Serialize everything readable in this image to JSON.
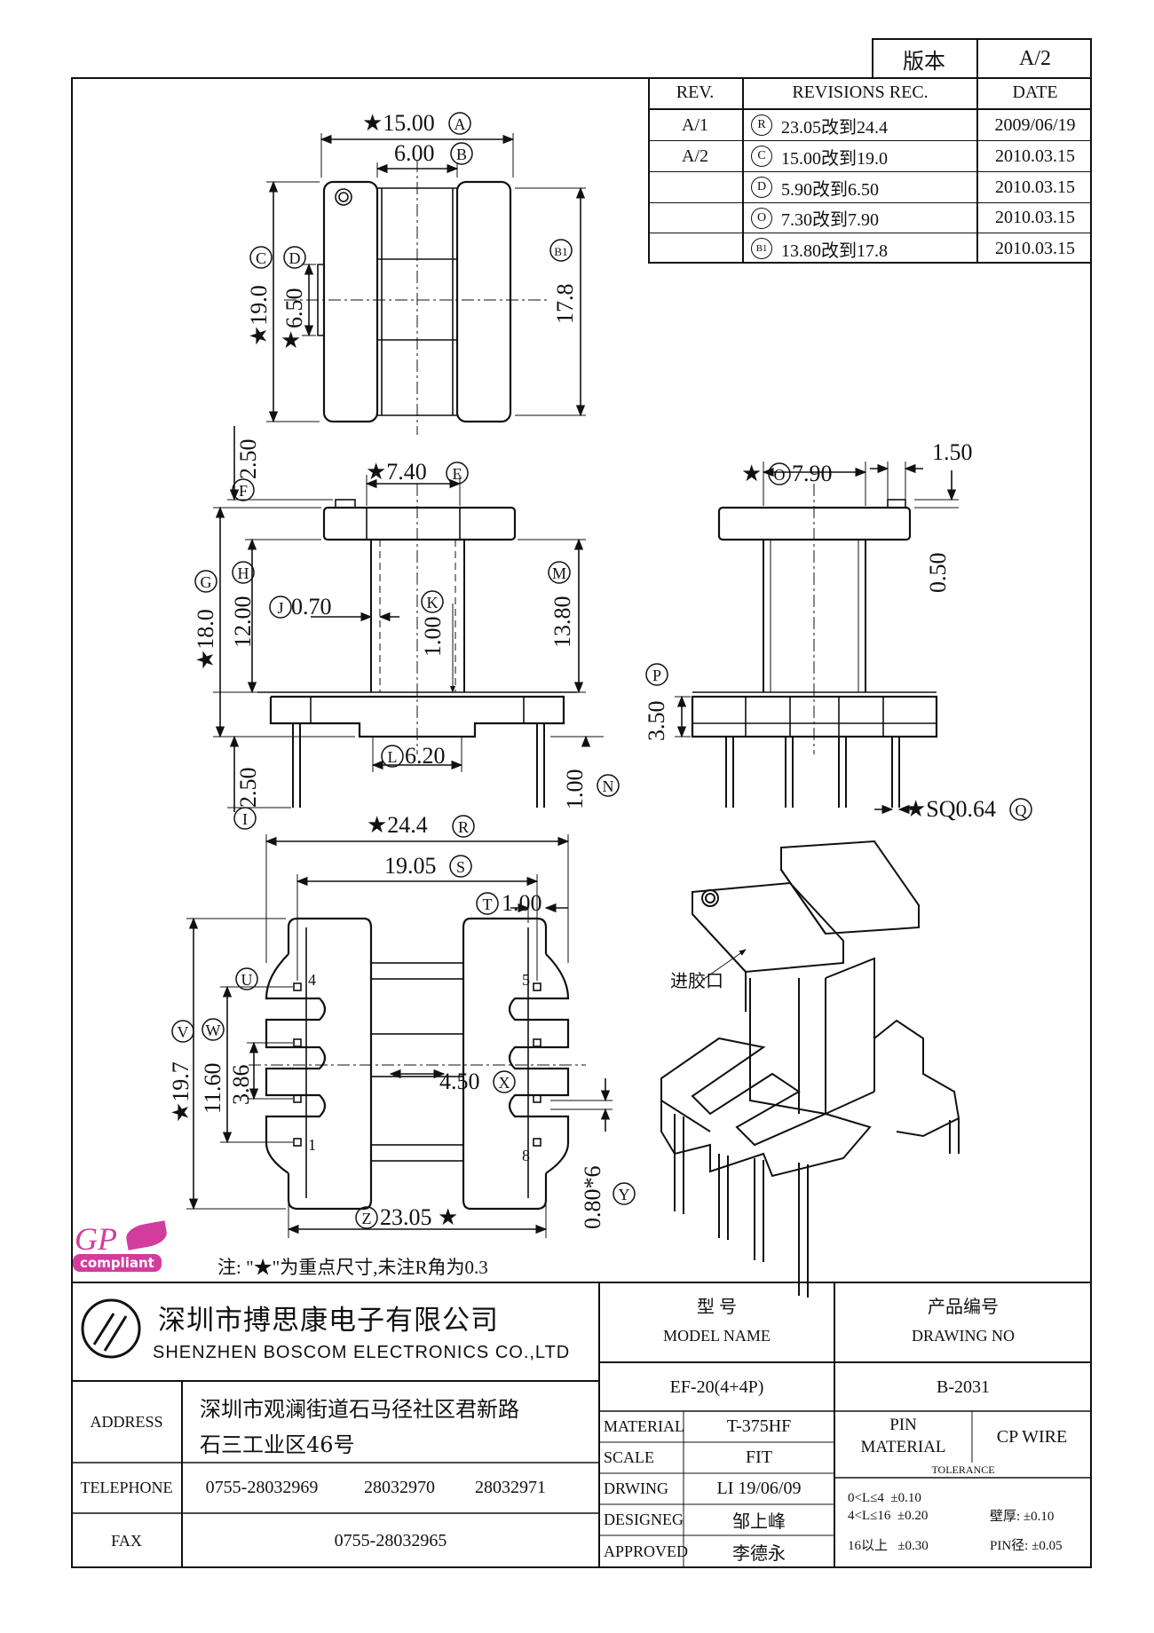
{
  "version_box": {
    "label": "版本",
    "value": "A/2"
  },
  "revision_table": {
    "headers": {
      "rev": "REV.",
      "rec": "REVISIONS REC.",
      "date": "DATE"
    },
    "rows": [
      {
        "rev": "A/1",
        "mark": "R",
        "text": "23.05改到24.4",
        "date": "2009/06/19"
      },
      {
        "rev": "A/2",
        "mark": "C",
        "text": "15.00改到19.0",
        "date": "2010.03.15"
      },
      {
        "rev": "",
        "mark": "D",
        "text": "5.90改到6.50",
        "date": "2010.03.15"
      },
      {
        "rev": "",
        "mark": "O",
        "text": "7.30改到7.90",
        "date": "2010.03.15"
      },
      {
        "rev": "",
        "mark": "B1",
        "text": "13.80改到17.8",
        "date": "2010.03.15"
      }
    ]
  },
  "dimensions": {
    "top_view": {
      "width": "★15.00",
      "width_mark": "A",
      "inner": "6.00",
      "inner_mark": "B",
      "height": "★19.0",
      "height_mark": "C",
      "slot": "6.50",
      "slot_mark": "D",
      "slot_star": "★",
      "depth": "17.8",
      "depth_mark": "B1"
    },
    "front_view": {
      "top": "2.50",
      "top_mark": "F",
      "core": "★7.40",
      "core_mark": "E",
      "total": "★18.0",
      "total_mark": "G",
      "inner": "12.00",
      "inner_mark": "H",
      "wall": "0.70",
      "wall_mark": "J",
      "gap": "1.00",
      "gap_mark": "K",
      "height": "13.80",
      "height_mark": "M",
      "base": "6.20",
      "base_mark": "L",
      "pin": "2.50",
      "pin_mark": "I",
      "pin_off": "1.00",
      "pin_off_mark": "N"
    },
    "side_view": {
      "width": "★",
      "width_val": "7.90",
      "width_mark": "O",
      "flange": "1.50",
      "offset": "0.50",
      "base": "3.50",
      "base_mark": "P",
      "pin": "★SQ0.64",
      "pin_mark": "Q"
    },
    "bottom_view": {
      "overall": "★24.4",
      "overall_mark": "R",
      "pitch": "19.05",
      "pitch_mark": "S",
      "edge": "1.00",
      "edge_mark": "T",
      "slot_mark": "U",
      "height": "★19.7",
      "height_mark": "V",
      "inner": "11.60",
      "inner_mark": "W",
      "pin_span": "3.86",
      "core": "4.50",
      "core_mark": "X",
      "pin_pitch": "0.80*6",
      "pin_pitch_mark": "Y",
      "base": "23.05 ★",
      "base_mark": "Z",
      "pin_labels": [
        "4",
        "5",
        "1",
        "8"
      ]
    },
    "iso_label": "进胶口"
  },
  "logo": {
    "line1": "GP",
    "line2": "compliant",
    "color": "#d23c9c"
  },
  "note": "注: \"★\"为重点尺寸,未注R角为0.3",
  "company": {
    "cn": "深圳市搏思康电子有限公司",
    "en": "SHENZHEN BOSCOM ELECTRONICS CO.,LTD"
  },
  "title_block": {
    "model_label_cn": "型 号",
    "model_label_en": "MODEL NAME",
    "model_value": "EF-20(4+4P)",
    "drawing_label_cn": "产品编号",
    "drawing_label_en": "DRAWING NO",
    "drawing_value": "B-2031",
    "address_label": "ADDRESS",
    "address_line1": "深圳市观澜街道石马径社区君新路",
    "address_line2": "石三工业区46号",
    "telephone_label": "TELEPHONE",
    "telephone": [
      "0755-28032969",
      "28032970",
      "28032971"
    ],
    "fax_label": "FAX",
    "fax": "0755-28032965",
    "material_label": "MATERIAL",
    "material_value": "T-375HF",
    "scale_label": "SCALE",
    "scale_value": "FIT",
    "drawing_by_label": "DRWING",
    "drawing_by_value": "LI 19/06/09",
    "designed_label": "DESIGNEG",
    "designed_value": "邹上峰",
    "approved_label": "APPROVED",
    "approved_value": "李德永",
    "pin_material_label1": "PIN",
    "pin_material_label2": "MATERIAL",
    "pin_material_value": "CP WIRE",
    "tolerance_label": "TOLERANCE",
    "tol1": "0<L≤4  ±0.10",
    "tol2": "4<L≤16  ±0.20",
    "tol3": "16以上   ±0.30",
    "wall_tol": "壁厚: ±0.10",
    "pin_tol": "PIN径: ±0.05"
  }
}
